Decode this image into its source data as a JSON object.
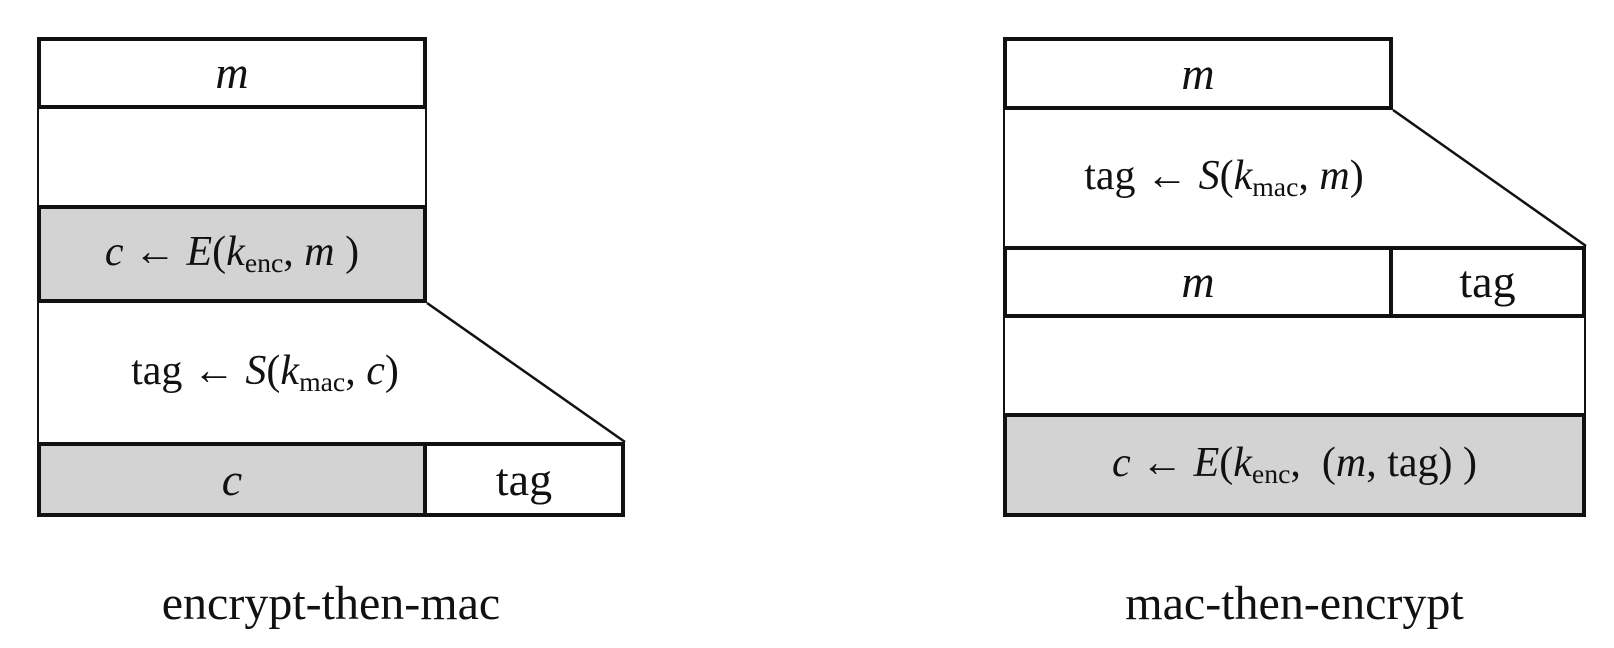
{
  "colors": {
    "line": "#111111",
    "box_fill_gray": "#d3d3d3",
    "background": "#ffffff"
  },
  "left_diagram": {
    "caption": "encrypt-then-mac",
    "message_label": [
      {
        "text": "m",
        "style": "it"
      }
    ],
    "encrypt_expr": [
      {
        "text": "c",
        "style": "it"
      },
      {
        "text": " ← ",
        "style": "rm"
      },
      {
        "text": "E",
        "style": "it"
      },
      {
        "text": "(",
        "style": "rm"
      },
      {
        "text": "k",
        "style": "it"
      },
      {
        "text": "enc",
        "style": "sub"
      },
      {
        "text": ", ",
        "style": "rm"
      },
      {
        "text": "m",
        "style": "it"
      },
      {
        "text": " )",
        "style": "rm"
      }
    ],
    "sign_expr": [
      {
        "text": "tag ← ",
        "style": "rm"
      },
      {
        "text": "S",
        "style": "it"
      },
      {
        "text": "(",
        "style": "rm"
      },
      {
        "text": "k",
        "style": "it"
      },
      {
        "text": "mac",
        "style": "sub"
      },
      {
        "text": ", ",
        "style": "rm"
      },
      {
        "text": "c",
        "style": "it"
      },
      {
        "text": ")",
        "style": "rm"
      }
    ],
    "output_ciphertext_label": [
      {
        "text": "c",
        "style": "it"
      }
    ],
    "output_tag_label": [
      {
        "text": "tag",
        "style": "rm"
      }
    ]
  },
  "right_diagram": {
    "caption": "mac-then-encrypt",
    "message_label": [
      {
        "text": "m",
        "style": "it"
      }
    ],
    "sign_expr": [
      {
        "text": "tag ← ",
        "style": "rm"
      },
      {
        "text": "S",
        "style": "it"
      },
      {
        "text": "(",
        "style": "rm"
      },
      {
        "text": "k",
        "style": "it"
      },
      {
        "text": "mac",
        "style": "sub"
      },
      {
        "text": ", ",
        "style": "rm"
      },
      {
        "text": "m",
        "style": "it"
      },
      {
        "text": ")",
        "style": "rm"
      }
    ],
    "row_message_label": [
      {
        "text": "m",
        "style": "it"
      }
    ],
    "row_tag_label": [
      {
        "text": "tag",
        "style": "rm"
      }
    ],
    "encrypt_expr": [
      {
        "text": "c",
        "style": "it"
      },
      {
        "text": " ← ",
        "style": "rm"
      },
      {
        "text": "E",
        "style": "it"
      },
      {
        "text": "(",
        "style": "rm"
      },
      {
        "text": "k",
        "style": "it"
      },
      {
        "text": "enc",
        "style": "sub"
      },
      {
        "text": ",  (",
        "style": "rm"
      },
      {
        "text": "m",
        "style": "it"
      },
      {
        "text": ", tag) )",
        "style": "rm"
      }
    ]
  }
}
